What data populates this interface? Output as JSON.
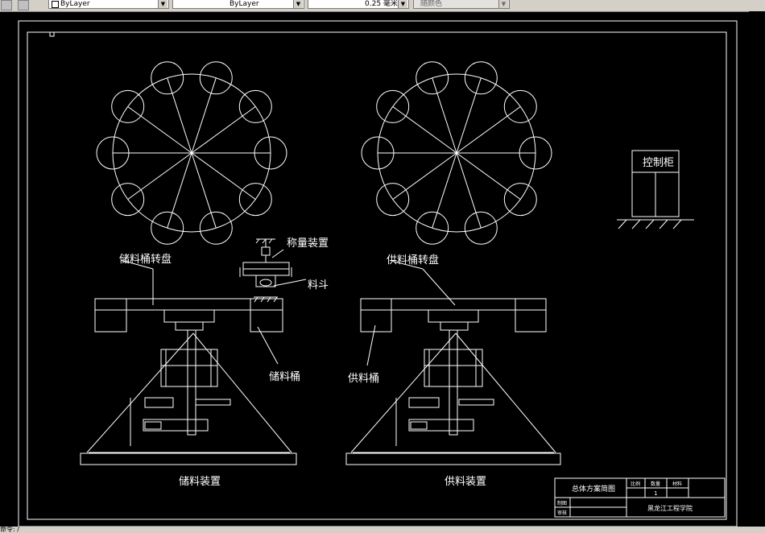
{
  "toolbar": {
    "color_combo": "ByLayer",
    "linetype_combo": "ByLayer",
    "lineweight_combo": "0.25 毫米",
    "plotstyle_combo": "随颜色"
  },
  "drawing": {
    "label_storage_turntable": "储料桶转盘",
    "label_weighing": "称量装置",
    "label_hopper": "料斗",
    "label_storage_bucket": "储料桶",
    "label_supply_turntable": "供料桶转盘",
    "label_supply_bucket": "供料桶",
    "label_control_cabinet": "控制柜",
    "caption_storage_device": "储料装置",
    "caption_supply_device": "供料装置"
  },
  "title_block": {
    "drawing_title": "总体方案简图",
    "col_scale": "比例",
    "col_qty": "数量",
    "col_material": "材料",
    "qty_value": "1",
    "row_draw": "制图",
    "row_review": "审核",
    "institution": "黑龙江工程学院"
  },
  "status": {
    "command_text": "命令: /"
  }
}
